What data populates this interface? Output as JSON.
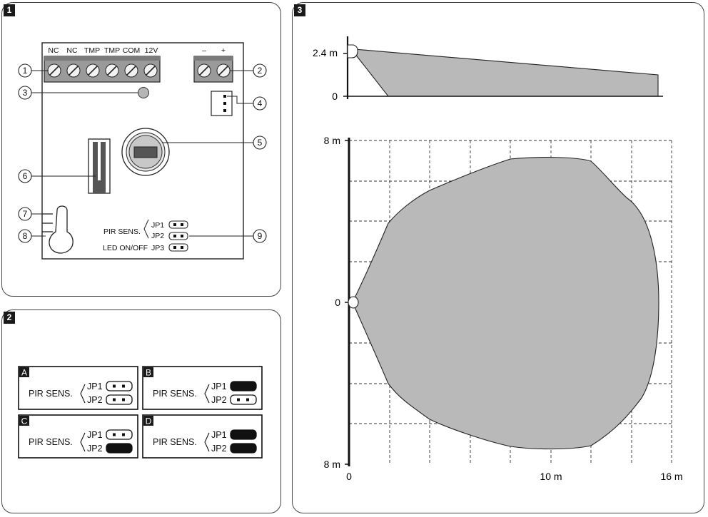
{
  "panel1": {
    "number": "1",
    "terminals_left": [
      "NC",
      "NC",
      "TMP",
      "TMP",
      "COM",
      "12V"
    ],
    "terminals_right": [
      "–",
      "+"
    ],
    "callouts": [
      "1",
      "2",
      "3",
      "4",
      "5",
      "6",
      "7",
      "8",
      "9"
    ],
    "pir_label": "PIR SENS.",
    "jp1": "JP1",
    "jp2": "JP2",
    "led_label": "LED ON/OFF",
    "jp3": "JP3"
  },
  "panel2": {
    "number": "2",
    "configs": [
      {
        "letter": "A",
        "label": "PIR SENS.",
        "jp1": "JP1",
        "jp2": "JP2",
        "jp1_jumper": false,
        "jp2_jumper": false
      },
      {
        "letter": "B",
        "label": "PIR SENS.",
        "jp1": "JP1",
        "jp2": "JP2",
        "jp1_jumper": true,
        "jp2_jumper": false
      },
      {
        "letter": "C",
        "label": "PIR SENS.",
        "jp1": "JP1",
        "jp2": "JP2",
        "jp1_jumper": false,
        "jp2_jumper": true
      },
      {
        "letter": "D",
        "label": "PIR SENS.",
        "jp1": "JP1",
        "jp2": "JP2",
        "jp1_jumper": true,
        "jp2_jumper": true
      }
    ]
  },
  "panel3": {
    "number": "3",
    "side_view": {
      "y_top_label": "2.4 m",
      "y_zero_label": "0"
    },
    "top_view": {
      "y_top_label": "8 m",
      "y_mid_label": "0",
      "y_bottom_label": "8 m",
      "x_labels": [
        "0",
        "10 m",
        "16 m"
      ]
    }
  }
}
